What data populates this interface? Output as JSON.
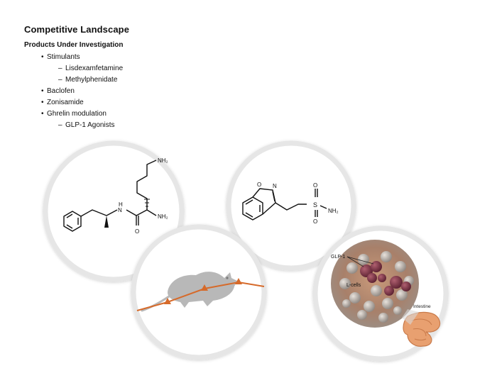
{
  "slide": {
    "title": "Competitive Landscape",
    "subtitle": "Products Under Investigation"
  },
  "products": [
    {
      "label": "Stimulants",
      "children": [
        "Lisdexamfetamine",
        "Methylphenidate"
      ]
    },
    {
      "label": "Baclofen",
      "children": []
    },
    {
      "label": "Zonisamide",
      "children": []
    },
    {
      "label": "Ghrelin modulation",
      "children": [
        "GLP-1 Agonists"
      ]
    }
  ],
  "images": {
    "lisdex": {
      "nh2_top": "NH₂",
      "nh2_bottom": "NH₂",
      "n_label": "N",
      "h_label": "H",
      "o_label": "O"
    },
    "zonisamide": {
      "o_ring": "O",
      "n_ring": "N",
      "s_label": "S",
      "o_top": "O",
      "o_bottom": "O",
      "nh2": "NH₂"
    },
    "gut": {
      "glp1": "GLP-1",
      "lcells": "L-cells",
      "intestine": "Intestine"
    }
  },
  "colors": {
    "accent": "#d66a2a",
    "ring": "#e6e6e6",
    "rat": "#b8b8b8"
  }
}
